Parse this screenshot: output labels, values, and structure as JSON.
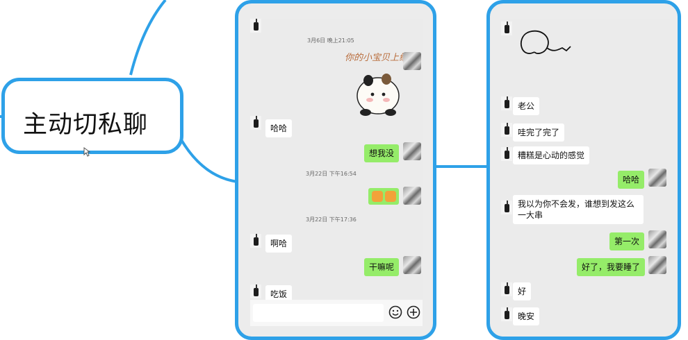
{
  "mindmap": {
    "topic": "主动切私聊"
  },
  "phone1": {
    "timestamps": [
      "3月6日 晚上21:05",
      "3月22日 下午16:54",
      "3月22日 下午17:36"
    ],
    "sticker_caption": "你的小宝贝上线了",
    "messages": [
      {
        "side": "left",
        "text": "哈哈"
      },
      {
        "side": "right",
        "text": "想我没"
      },
      {
        "side": "left",
        "text": "啊哈"
      },
      {
        "side": "right",
        "text": "干嘛呢"
      },
      {
        "side": "left",
        "text": "吃饭"
      }
    ],
    "input": {
      "emoji_icon": "smiley-icon",
      "add_icon": "plus-icon"
    }
  },
  "phone2": {
    "messages": [
      {
        "side": "left",
        "text": "老公"
      },
      {
        "side": "left",
        "text": "哇完了完了"
      },
      {
        "side": "left",
        "text": "糟糕是心动的感觉"
      },
      {
        "side": "right",
        "text": "哈哈"
      },
      {
        "side": "left",
        "text": "我以为你不会发，谁想到发这么一大串"
      },
      {
        "side": "right",
        "text": "第一次"
      },
      {
        "side": "right",
        "text": "好了，我要睡了"
      },
      {
        "side": "left",
        "text": "好"
      },
      {
        "side": "left",
        "text": "晚安"
      }
    ]
  },
  "colors": {
    "frame": "#2ea1e8",
    "bubble_sent": "#95ec69",
    "bubble_received": "#ffffff"
  }
}
